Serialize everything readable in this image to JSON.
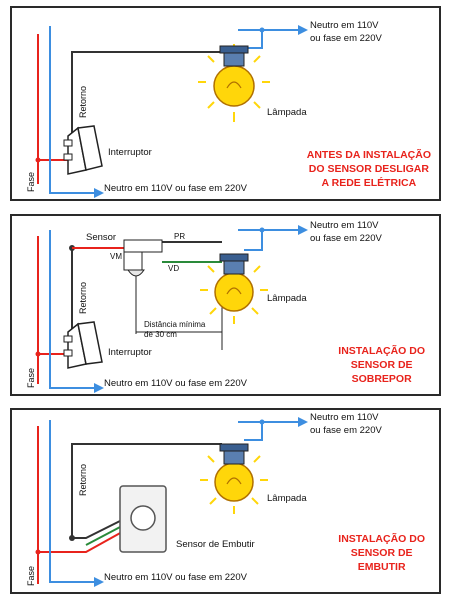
{
  "panels": [
    {
      "neutro_top": [
        "Neutro em 110V",
        "ou fase em 220V"
      ],
      "neutro_bottom": "Neutro em 110V ou fase em 220V",
      "fase": "Fase",
      "retorno": "Retorno",
      "interruptor": "Interruptor",
      "lampada": "Lâmpada",
      "note": [
        "ANTES DA INSTALAÇÃO",
        "DO SENSOR DESLIGAR",
        "A REDE ELÉTRICA"
      ]
    },
    {
      "neutro_top": [
        "Neutro em 110V",
        "ou fase em 220V"
      ],
      "neutro_bottom": "Neutro em 110V ou fase em 220V",
      "fase": "Fase",
      "retorno": "Retorno",
      "interruptor": "Interruptor",
      "lampada": "Lâmpada",
      "sensor": "Sensor",
      "vm": "VM",
      "pr": "PR",
      "vd": "VD",
      "distancia": [
        "Distância mínima",
        "de 30 cm"
      ],
      "note": [
        "INSTALAÇÃO DO",
        "SENSOR DE",
        "SOBREPOR"
      ]
    },
    {
      "neutro_top": [
        "Neutro em 110V",
        "ou fase em 220V"
      ],
      "neutro_bottom": "Neutro em 110V ou fase em 220V",
      "fase": "Fase",
      "retorno": "Retorno",
      "lampada": "Lâmpada",
      "sensor_embutir": "Sensor de Embutir",
      "note": [
        "INSTALAÇÃO DO",
        "SENSOR DE",
        "EMBUTIR"
      ]
    }
  ],
  "colors": {
    "wire_blue": "#3d8ee0",
    "wire_red": "#e8231c",
    "wire_dark": "#333333",
    "wire_green": "#2a8a3a",
    "bulb_glow": "#ffd60a",
    "note_red": "#e8231c"
  }
}
